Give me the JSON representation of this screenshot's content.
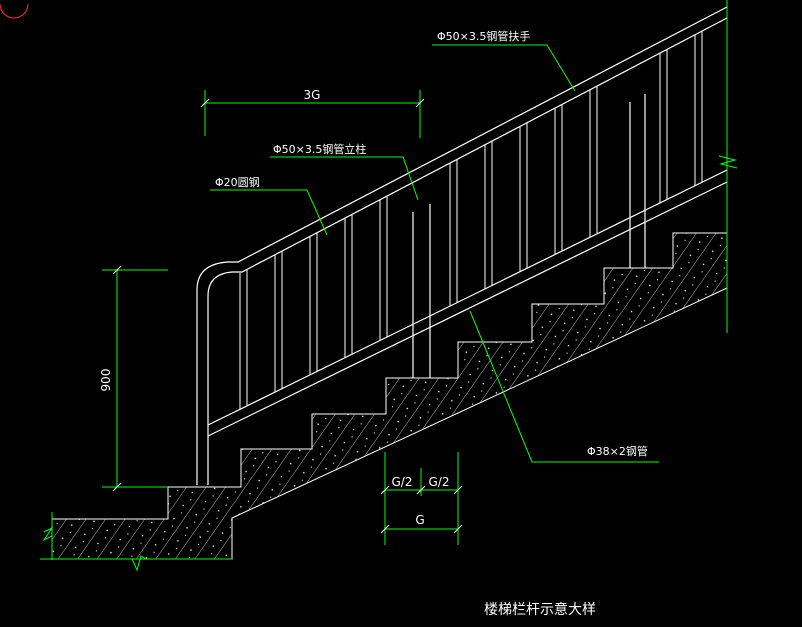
{
  "title": "楼梯栏杆示意大样",
  "labels": {
    "handrail": "Φ50×3.5钢管扶手",
    "post": "Φ50×3.5钢管立柱",
    "baluster": "Φ20圆钢",
    "bottom_rail": "Φ38×2钢管"
  },
  "dimensions": {
    "top_span": "3G",
    "height": "900",
    "half_left": "G/2",
    "half_right": "G/2",
    "tread": "G"
  },
  "colors": {
    "background": "#000000",
    "lines": "#ffffff",
    "leaders": "#00ff00"
  }
}
